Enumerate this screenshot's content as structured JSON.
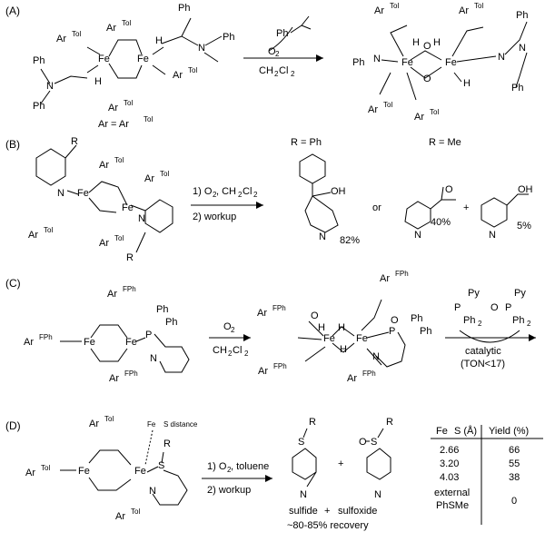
{
  "panelA": {
    "label": "(A)",
    "reactant": {
      "artol_a": "Ar",
      "artol_a_sup": "Tol",
      "ph1": "Ph",
      "ph2": "Ph",
      "ph3": "Ph",
      "ph4": "Ph",
      "fe1": "Fe",
      "fe2": "Fe",
      "h2n": "H",
      "n": "N",
      "n2": "N",
      "artol_b": "Ar",
      "artol_c": "Ar",
      "ar_eq": "Ar = Ar",
      "ar_eq_sup": "Tol"
    },
    "reagent_top": "O",
    "reagent_top_sub": "2",
    "reagent_bottom": "CH",
    "reagent_bottom_tail": "Cl",
    "aldehyde_ph": "Ph",
    "product": {
      "fe1": "Fe",
      "fe2": "Fe",
      "artol": "Ar",
      "sup": "Tol",
      "ph": "Ph",
      "n": "N",
      "h2": "H",
      "h": "H",
      "o": "O"
    }
  },
  "panelB": {
    "label": "(B)",
    "r": "R",
    "fe1": "Fe",
    "fe2": "Fe",
    "n": "N",
    "artol": "Ar",
    "sup": "Tol",
    "step1": "1) O",
    "step1_sub": "2",
    "step1_tail": ", CH",
    "step1_tail2": "Cl",
    "step1_sub2": "2",
    "step2": "2) workup",
    "r_ph": "R = Ph",
    "r_me": "R = Me",
    "oh": "OH",
    "or": "or",
    "plus": "+",
    "yield1": "82%",
    "yield2": "40%",
    "yield3": "5%",
    "o": "O"
  },
  "panelC": {
    "label": "(C)",
    "arfph": "Ar",
    "sup": "FPh",
    "fe": "Fe",
    "p": "P",
    "ph": "Ph",
    "n": "N",
    "o": "O",
    "h": "H",
    "o2": "O",
    "o2_sub": "2",
    "solvent": "CH",
    "solvent_tail": "Cl",
    "py": "Py",
    "ph2": "Ph",
    "catalytic": "catalytic",
    "ton": "(TON<17)"
  },
  "panelD": {
    "label": "(D)",
    "artol": "Ar",
    "sup": "Tol",
    "fe": "Fe",
    "s": "S",
    "r": "R",
    "n": "N",
    "o": "O",
    "distance": "Fe",
    "distance_tail": "S distance",
    "step1": "1) O",
    "step1_tail": ", toluene",
    "step2": "2) workup",
    "plus": "+",
    "sulfide": "sulfide",
    "sulfoxide": "sulfoxide",
    "recovery": "~80-85% recovery",
    "table": {
      "col1": "Fe",
      "col1_tail": "S (Å)",
      "col2": "Yield (%)",
      "rows": [
        {
          "dist": "2.66",
          "yield": "66"
        },
        {
          "dist": "3.20",
          "yield": "55"
        },
        {
          "dist": "4.03",
          "yield": "38"
        }
      ],
      "ext1": "external",
      "ext2": "PhSMe",
      "ext_yield": "0"
    }
  }
}
